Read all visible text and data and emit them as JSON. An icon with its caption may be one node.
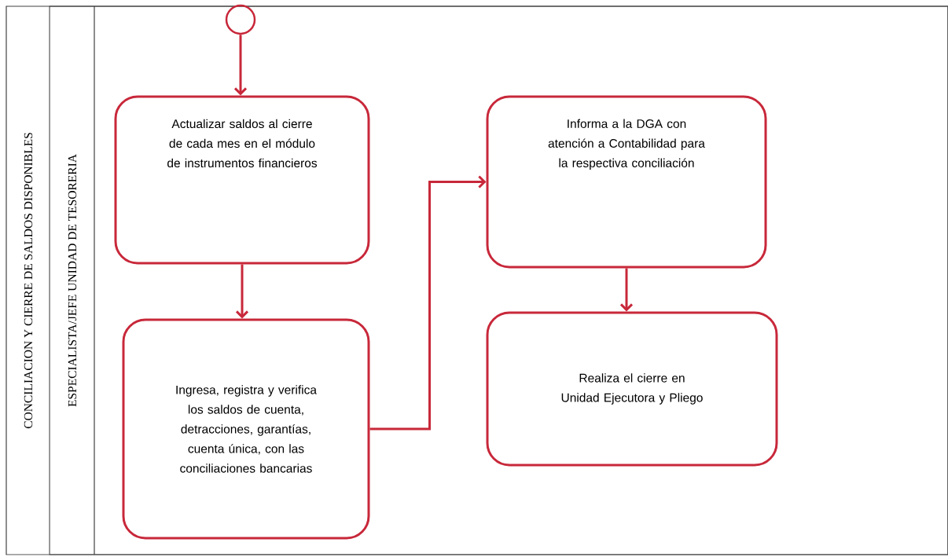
{
  "diagram": {
    "nodes": [
      {
        "text": [
          "CONCILIACION Y CIERRE DE SALDOS DISPONIBLES"
        ]
      },
      {
        "text": [
          "ESPECIALISTA/JEFE UNIDAD DE TESORERIA"
        ],
        "in": 0
      },
      {
        "text": [],
        "shape": "circle",
        "in": 1
      },
      {
        "text": [
          "Actualizar saldos al cierre de cada mes en el módulo de instrumentos financieros"
        ],
        "in": 1
      },
      {
        "text": [
          "Ingresa, registra y verifica los saldos de cuenta, detracciones, garantías, cuenta única, con las conciliaciones bancarias"
        ],
        "in": 1
      },
      {
        "text": [
          "Informa a la DGA con atención a Contabilidad para la respectiva conciliación"
        ],
        "in": 1
      },
      {
        "text": [
          "Realiza el cierre en Unidad Ejecutora y Pliego"
        ],
        "in": 1
      }
    ],
    "edges": [
      {
        "from": 2,
        "to": 3,
        "arrow": "to"
      },
      {
        "from": 3,
        "to": 4,
        "arrow": "to"
      },
      {
        "from": 4,
        "to": 5,
        "arrow": "to"
      },
      {
        "from": 5,
        "to": 6,
        "arrow": "to"
      }
    ]
  }
}
